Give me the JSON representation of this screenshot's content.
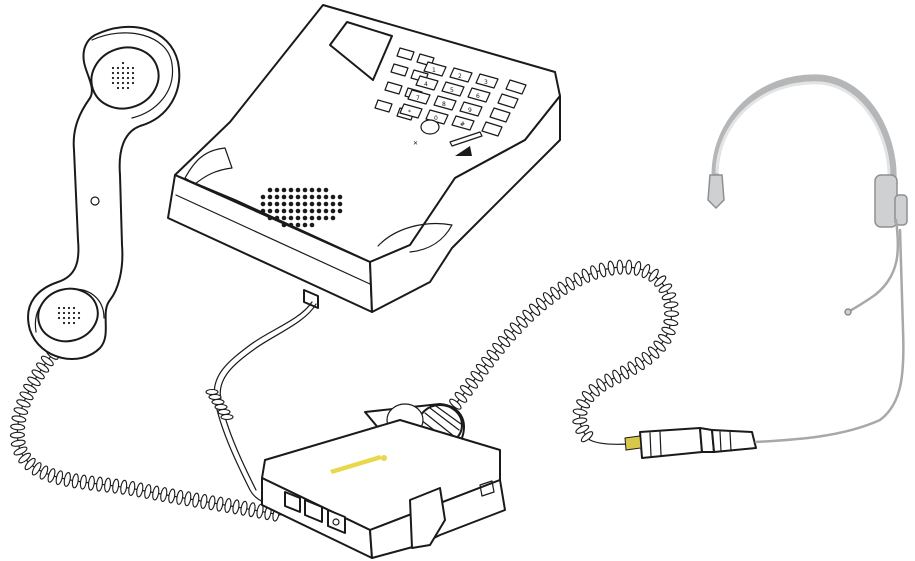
{
  "figure": {
    "background": "#ffffff",
    "ink": "#1a1a1a",
    "headset_grey": "#cfd0d1",
    "connector_stripe": "#d8c84a",
    "amplifier_brand_color": "#e8d84a"
  },
  "components": {
    "handset": "telephone-handset",
    "desk_phone": "desk-telephone-base",
    "amplifier": "headset-amplifier-interface",
    "headset": "over-the-head-headset",
    "handset_cord": "coiled-handset-cord",
    "phone_cord": "handset-port-cable",
    "headset_cord": "coiled-headset-cord",
    "quick_disconnect": "quick-disconnect-connector"
  },
  "keypad": {
    "keys": [
      "1",
      "2",
      "3",
      "4",
      "5",
      "6",
      "7",
      "8",
      "9",
      "*",
      "0",
      "#"
    ]
  }
}
